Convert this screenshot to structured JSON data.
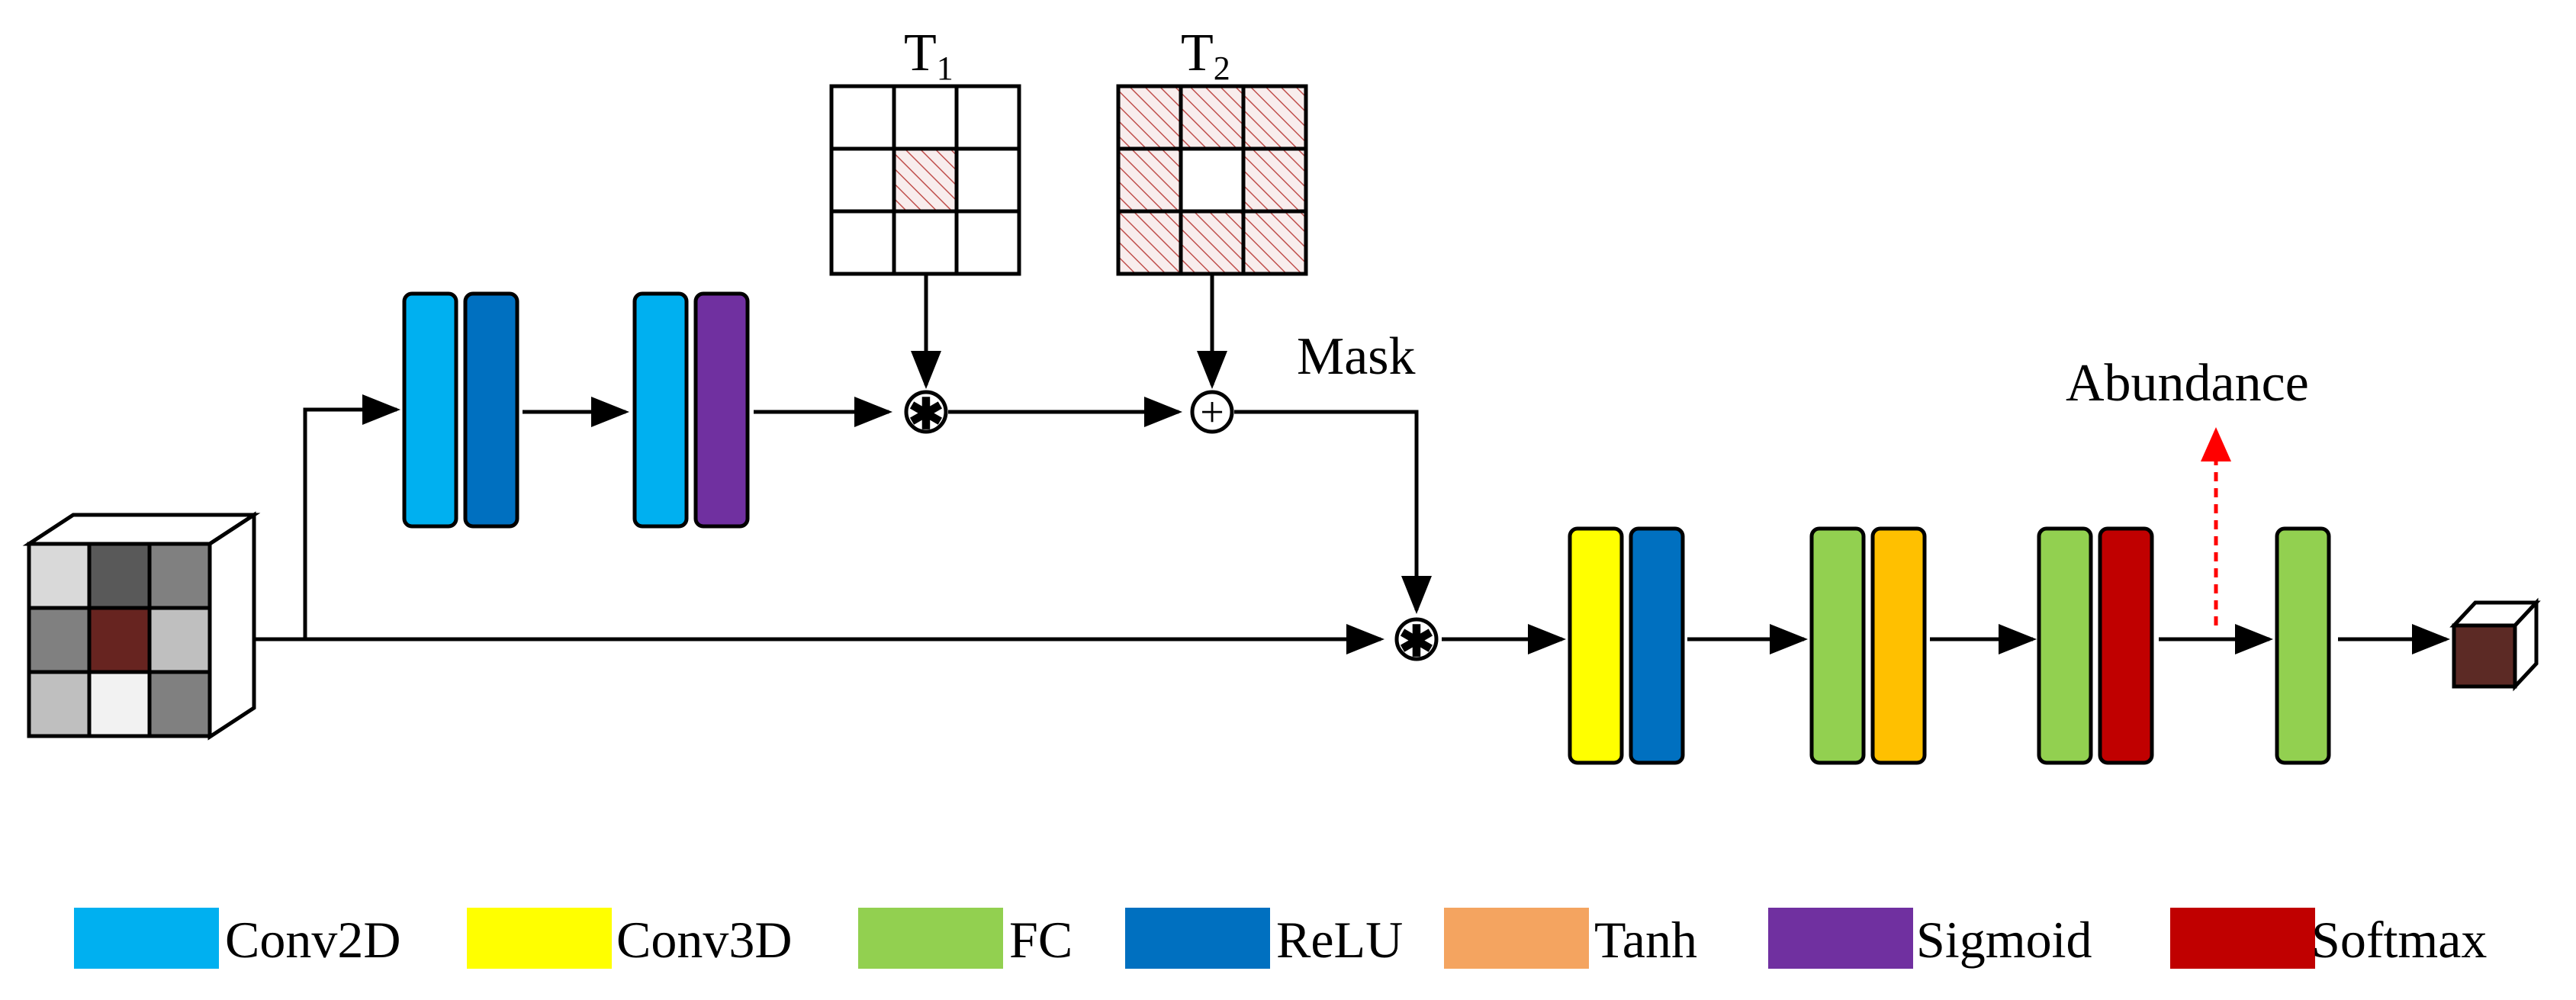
{
  "labels": {
    "t1_main": "T",
    "t1_sub": "1",
    "t2_main": "T",
    "t2_sub": "2",
    "mask": "Mask",
    "abundance": "Abundance"
  },
  "operators": {
    "conv_symbol": "✱",
    "add_symbol": "+"
  },
  "legend": [
    {
      "label": "Conv2D",
      "color": "#00B0F0"
    },
    {
      "label": "Conv3D",
      "color": "#FFFF00"
    },
    {
      "label": "FC",
      "color": "#92D050"
    },
    {
      "label": "ReLU",
      "color": "#0070C0"
    },
    {
      "label": "Tanh",
      "color": "#F4A460"
    },
    {
      "label": "Sigmoid",
      "color": "#7030A0"
    },
    {
      "label": "Softmax",
      "color": "#C00000"
    }
  ],
  "colors": {
    "conv2d": "#00B0F0",
    "conv3d": "#FFFF00",
    "fc": "#92D050",
    "relu": "#0070C0",
    "tanh_block": "#FFC000",
    "sigmoid": "#7030A0",
    "softmax": "#C00000",
    "hatch": "#C0504D",
    "hatch_bg": "#F8EDED",
    "abundance_arrow": "#FF0000",
    "output_pixel": "#5C2A25",
    "input_center": "#672420"
  },
  "input_cube_cells": [
    "#d9d9d9",
    "#595959",
    "#808080",
    "#808080",
    "#672420",
    "#bfbfbf",
    "#bfbfbf",
    "#f2f2f2",
    "#808080"
  ],
  "t1_hatched": [
    false,
    false,
    false,
    false,
    true,
    false,
    false,
    false,
    false
  ],
  "t2_hatched": [
    true,
    true,
    true,
    true,
    false,
    true,
    true,
    true,
    true
  ]
}
